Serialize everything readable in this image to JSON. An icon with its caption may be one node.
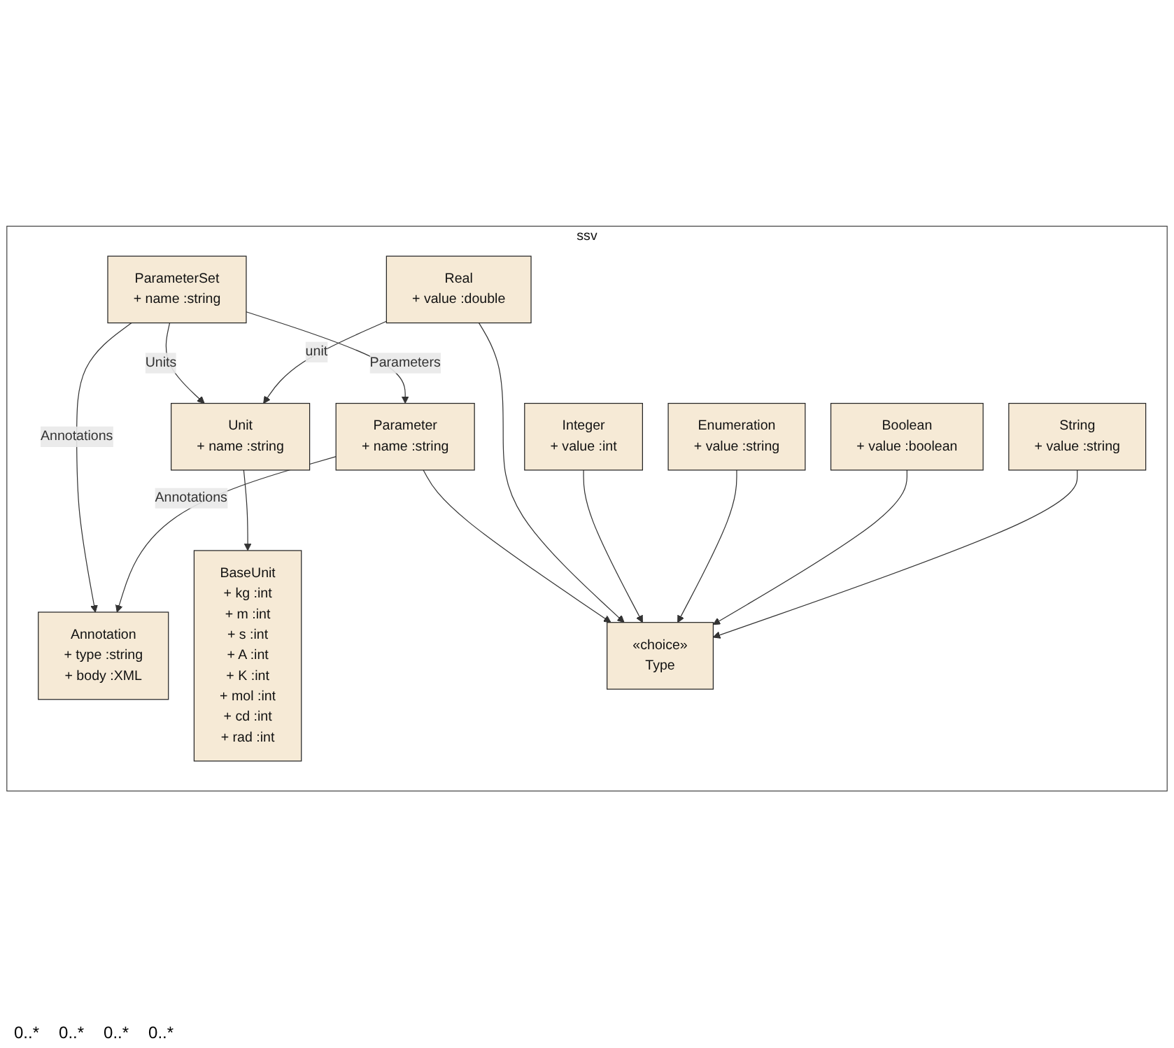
{
  "diagram": {
    "nodes": [
      {
        "text": [
          "ssv"
        ]
      },
      {
        "text": [
          "ParameterSet",
          "+ name :string"
        ],
        "in": 0
      },
      {
        "text": [
          "Unit",
          "+ name :string"
        ],
        "in": 0
      },
      {
        "text": [
          "Parameter",
          "+ name :string"
        ],
        "in": 0
      },
      {
        "text": [
          "Annotation",
          "+ type :string",
          "+ body :XML"
        ],
        "in": 0
      },
      {
        "text": [
          "BaseUnit",
          "+ kg :int",
          "+ m :int",
          "+ s :int",
          "+ A :int",
          "+ K :int",
          "+ mol :int",
          "+ cd :int",
          "+ rad :int"
        ],
        "in": 0
      },
      {
        "text": [
          "«choice»",
          "Type"
        ],
        "in": 0
      },
      {
        "text": [
          "Real",
          "+ value :double"
        ],
        "in": 0
      },
      {
        "text": [
          "Integer",
          "+ value :int"
        ],
        "in": 0
      },
      {
        "text": [
          "Enumeration",
          "+ value :string"
        ],
        "in": 0
      },
      {
        "text": [
          "Boolean",
          "+ value :boolean"
        ],
        "in": 0
      },
      {
        "text": [
          "String",
          "+ value :string"
        ],
        "in": 0
      }
    ],
    "edges": [
      {
        "from": 1,
        "to": 2,
        "arrow": "to",
        "label": "Units"
      },
      {
        "from": 1,
        "to": 3,
        "arrow": "to",
        "label": "Parameters"
      },
      {
        "from": 1,
        "to": 4,
        "arrow": "to",
        "label": "Annotations"
      },
      {
        "from": 3,
        "to": 4,
        "arrow": "to",
        "label": "Annotations"
      },
      {
        "from": 2,
        "to": 5,
        "arrow": "to"
      },
      {
        "from": 3,
        "to": 6,
        "arrow": "to"
      },
      {
        "from": 7,
        "to": 6,
        "arrow": "to"
      },
      {
        "from": 8,
        "to": 6,
        "arrow": "to"
      },
      {
        "from": 9,
        "to": 6,
        "arrow": "to"
      },
      {
        "from": 10,
        "to": 6,
        "arrow": "to"
      },
      {
        "from": 11,
        "to": 6,
        "arrow": "to"
      },
      {
        "from": 7,
        "to": 2,
        "arrow": "to",
        "label": "unit"
      }
    ],
    "labels": [
      "0..*",
      "0..*",
      "0..*",
      "0..*"
    ]
  }
}
